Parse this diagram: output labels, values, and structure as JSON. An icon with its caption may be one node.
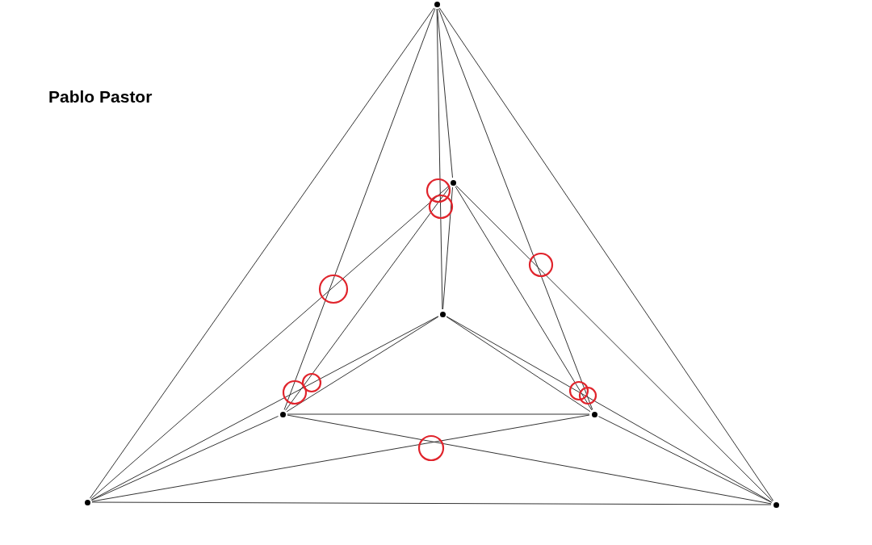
{
  "diagram": {
    "nodes": [
      {
        "text": [],
        "shape": "circle"
      },
      {
        "text": [],
        "shape": "circle"
      },
      {
        "text": [],
        "shape": "circle"
      },
      {
        "text": [],
        "shape": "circle"
      },
      {
        "text": [],
        "shape": "circle"
      },
      {
        "text": [],
        "shape": "circle"
      },
      {
        "text": [],
        "shape": "circle"
      }
    ],
    "edges": [
      {
        "from": 0,
        "to": 1,
        "arrow": "none"
      },
      {
        "from": 0,
        "to": 2,
        "arrow": "none"
      },
      {
        "from": 0,
        "to": 3,
        "arrow": "none"
      },
      {
        "from": 0,
        "to": 4,
        "arrow": "none"
      },
      {
        "from": 0,
        "to": 5,
        "arrow": "none"
      },
      {
        "from": 0,
        "to": 6,
        "arrow": "none"
      },
      {
        "from": 1,
        "to": 2,
        "arrow": "none"
      },
      {
        "from": 1,
        "to": 3,
        "arrow": "none"
      },
      {
        "from": 1,
        "to": 4,
        "arrow": "none"
      },
      {
        "from": 1,
        "to": 5,
        "arrow": "none"
      },
      {
        "from": 1,
        "to": 6,
        "arrow": "none"
      },
      {
        "from": 2,
        "to": 3,
        "arrow": "none"
      },
      {
        "from": 2,
        "to": 4,
        "arrow": "none"
      },
      {
        "from": 2,
        "to": 5,
        "arrow": "none"
      },
      {
        "from": 2,
        "to": 6,
        "arrow": "none"
      },
      {
        "from": 3,
        "to": 4,
        "arrow": "none"
      },
      {
        "from": 3,
        "to": 5,
        "arrow": "none"
      },
      {
        "from": 3,
        "to": 6,
        "arrow": "none"
      },
      {
        "from": 4,
        "to": 5,
        "arrow": "none"
      },
      {
        "from": 4,
        "to": 6,
        "arrow": "none"
      },
      {
        "from": 5,
        "to": 6,
        "arrow": "none"
      }
    ],
    "labels": [
      "Pablo Pastor"
    ]
  }
}
